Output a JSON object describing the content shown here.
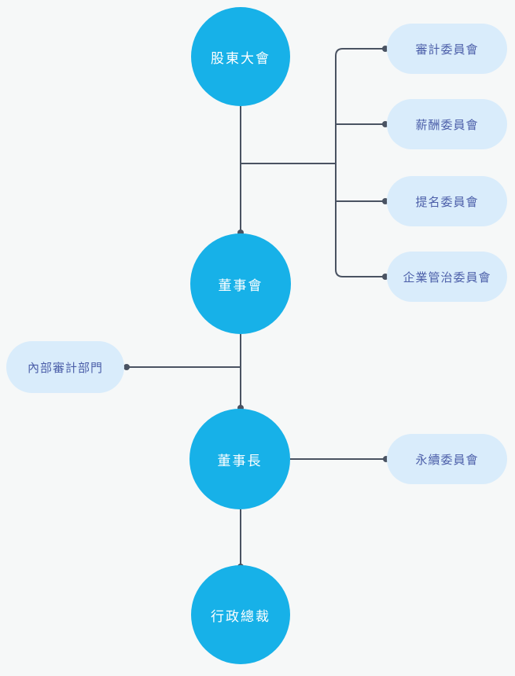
{
  "colors": {
    "node_fill": "#17b1e8",
    "node_text": "#ffffff",
    "pill_fill": "#d9ecfb",
    "pill_text": "#4c5fa9",
    "line": "#4a5362",
    "background": "#f6f8f8"
  },
  "nodes": [
    {
      "label": "股東大會"
    },
    {
      "label": "董事會"
    },
    {
      "label": "董事長"
    },
    {
      "label": "行政總裁"
    }
  ],
  "committees": [
    {
      "label": "審計委員會"
    },
    {
      "label": "薪酬委員會"
    },
    {
      "label": "提名委員會"
    },
    {
      "label": "企業管治委員會"
    }
  ],
  "left_branch": {
    "label": "內部審計部門"
  },
  "chairman_branch": {
    "label": "永續委員會"
  }
}
